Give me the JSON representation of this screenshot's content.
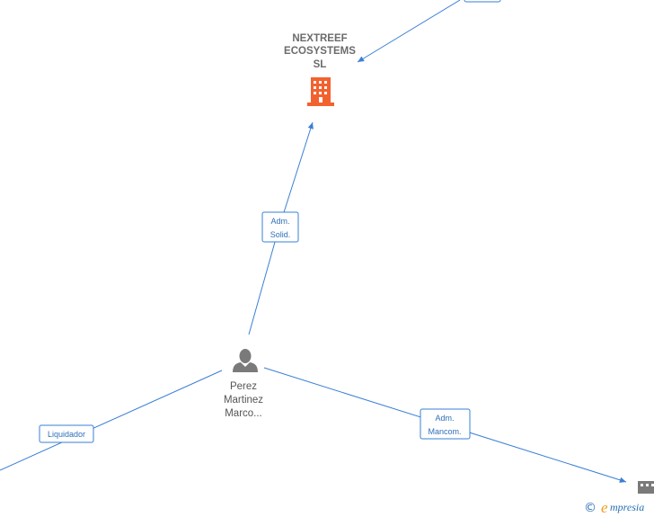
{
  "nodes": {
    "company": {
      "name_lines": [
        "NEXTREEF",
        "ECOSYSTEMS",
        "SL"
      ],
      "icon": "building-icon",
      "color": "#f2622f"
    },
    "person": {
      "name_lines": [
        "Perez",
        "Martinez",
        "Marco..."
      ],
      "icon": "person-icon",
      "color": "#7a7a7a"
    },
    "partial_company": {
      "icon": "building-icon",
      "color": "#7a7a7a"
    }
  },
  "edges": {
    "adm_solid": {
      "label_lines": [
        "Adm.",
        "Solid."
      ]
    },
    "liquidador": {
      "label_lines": [
        "Liquidador"
      ]
    },
    "adm_mancom": {
      "label_lines": [
        "Adm.",
        "Mancom."
      ]
    }
  },
  "footer": {
    "copyright_symbol": "©",
    "brand_initial": "e",
    "brand_rest": "mpresia"
  },
  "colors": {
    "edge": "#3a7fd5",
    "label_text": "#2f6fb8",
    "brand_blue": "#2a6fb5",
    "brand_orange": "#f29a1f"
  }
}
